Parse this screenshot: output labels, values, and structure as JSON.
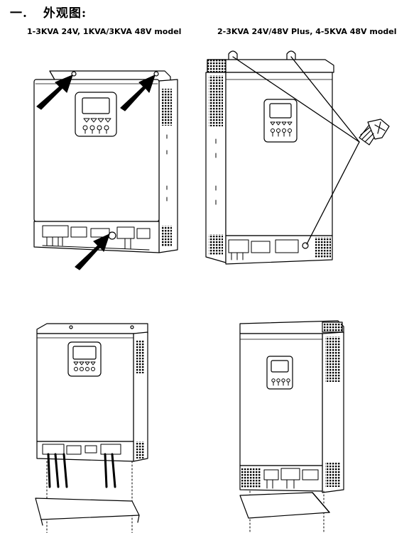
{
  "section": {
    "number": "一.",
    "title": "外观图:"
  },
  "captions": {
    "left": "1-3KVA 24V, 1KVA/3KVA 48V model",
    "right": "2-3KVA 24V/48V Plus, 4-5KVA 48V model"
  }
}
